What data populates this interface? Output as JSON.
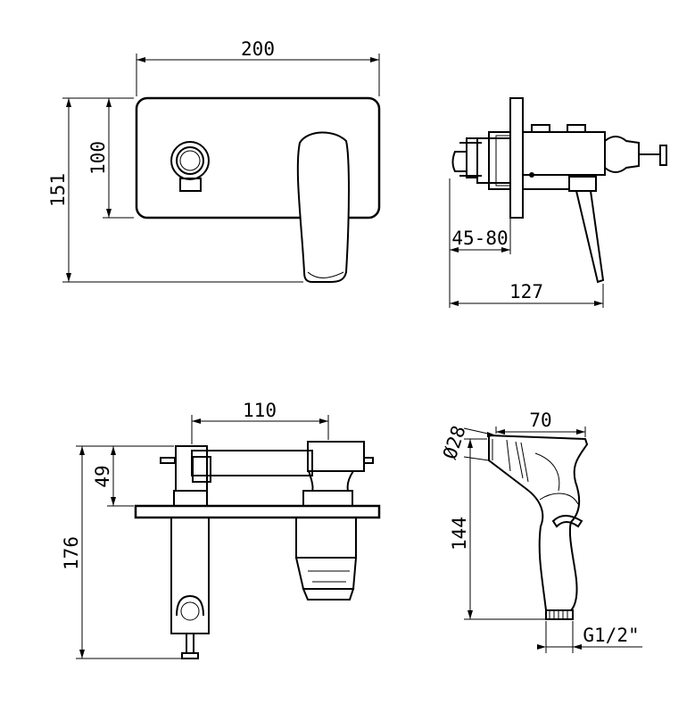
{
  "dimensions": {
    "front_width": "200",
    "front_plate_height": "100",
    "front_total_height": "151",
    "side_wall_depth": "45-80",
    "side_total_depth": "127",
    "top_spacing": "110",
    "top_height": "49",
    "top_total_height": "176",
    "shower_diameter": "Ø28",
    "shower_width": "70",
    "shower_height": "144",
    "shower_thread": "G1/2\""
  }
}
